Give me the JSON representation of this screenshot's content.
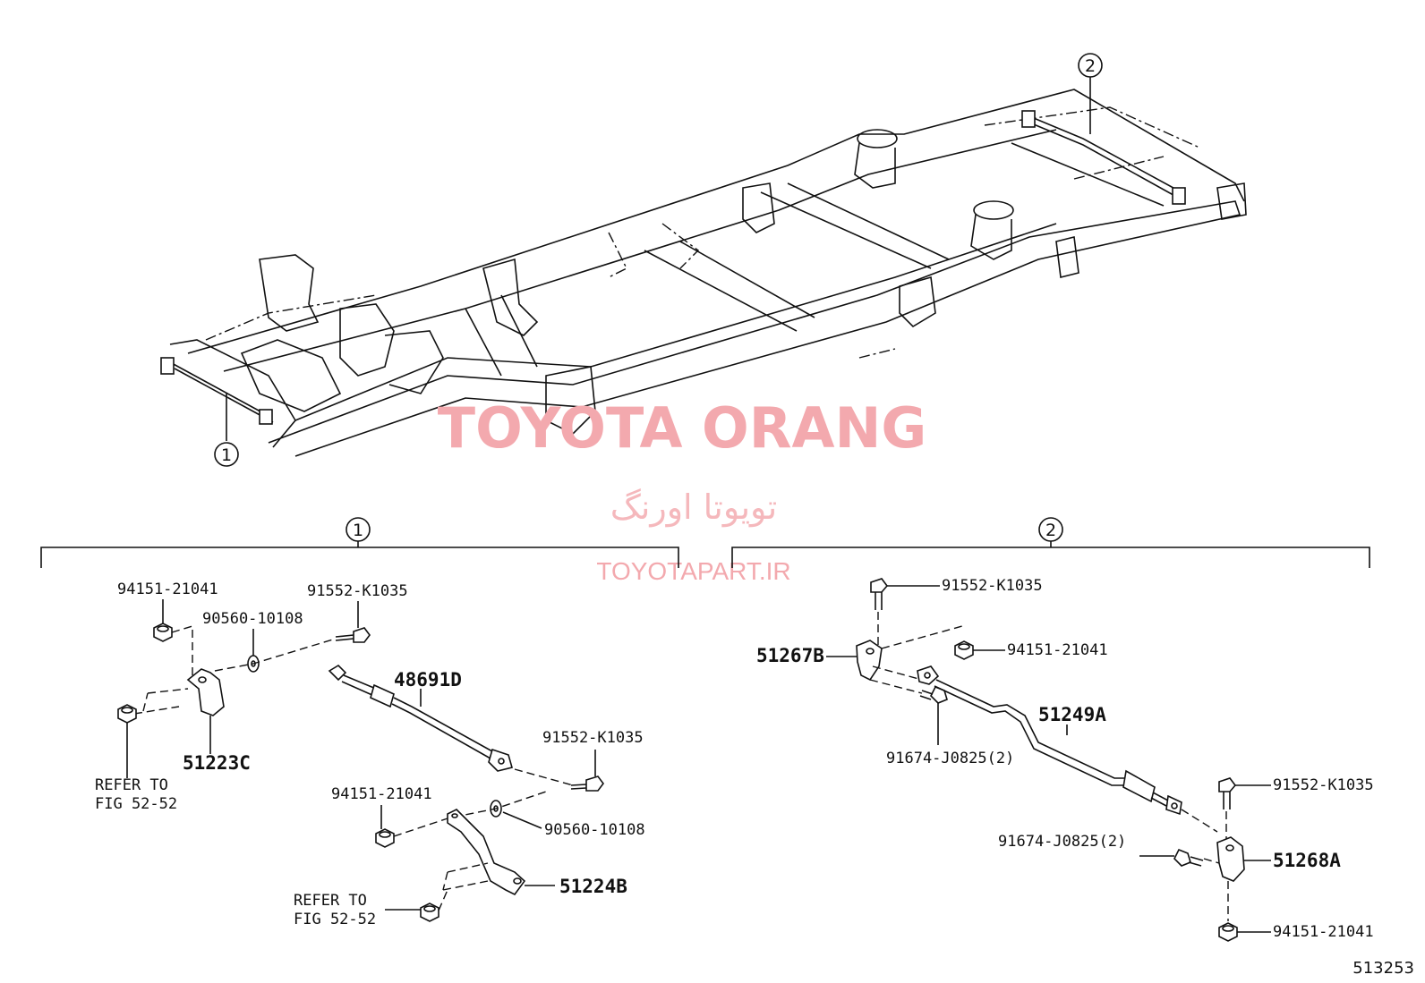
{
  "watermark": {
    "brand": "TOYOTA ORANG",
    "persian": "تویوتا اورنگ",
    "site": "TOYOTAPART.IR"
  },
  "callouts": {
    "one": "1",
    "two": "2"
  },
  "group1": {
    "parts": {
      "nut_a": "94151-21041",
      "bolt_a": "91552-K1035",
      "washer_a": "90560-10108",
      "damper": "48691D",
      "bracket_c": "51223C",
      "refer_a_line1": "REFER TO",
      "refer_a_line2": "FIG 52-52",
      "bolt_b": "91552-K1035",
      "nut_b": "94151-21041",
      "washer_b": "90560-10108",
      "bracket_b": "51224B",
      "refer_b_line1": "REFER TO",
      "refer_b_line2": "FIG 52-52"
    }
  },
  "group2": {
    "parts": {
      "bolt_top": "91552-K1035",
      "bracket_b": "51267B",
      "nut_top": "94151-21041",
      "rod": "51249A",
      "screw_a": "91674-J0825(2)",
      "bolt_right": "91552-K1035",
      "screw_b": "91674-J0825(2)",
      "bracket_a": "51268A",
      "nut_bottom": "94151-21041"
    }
  },
  "figure_number": "513253"
}
